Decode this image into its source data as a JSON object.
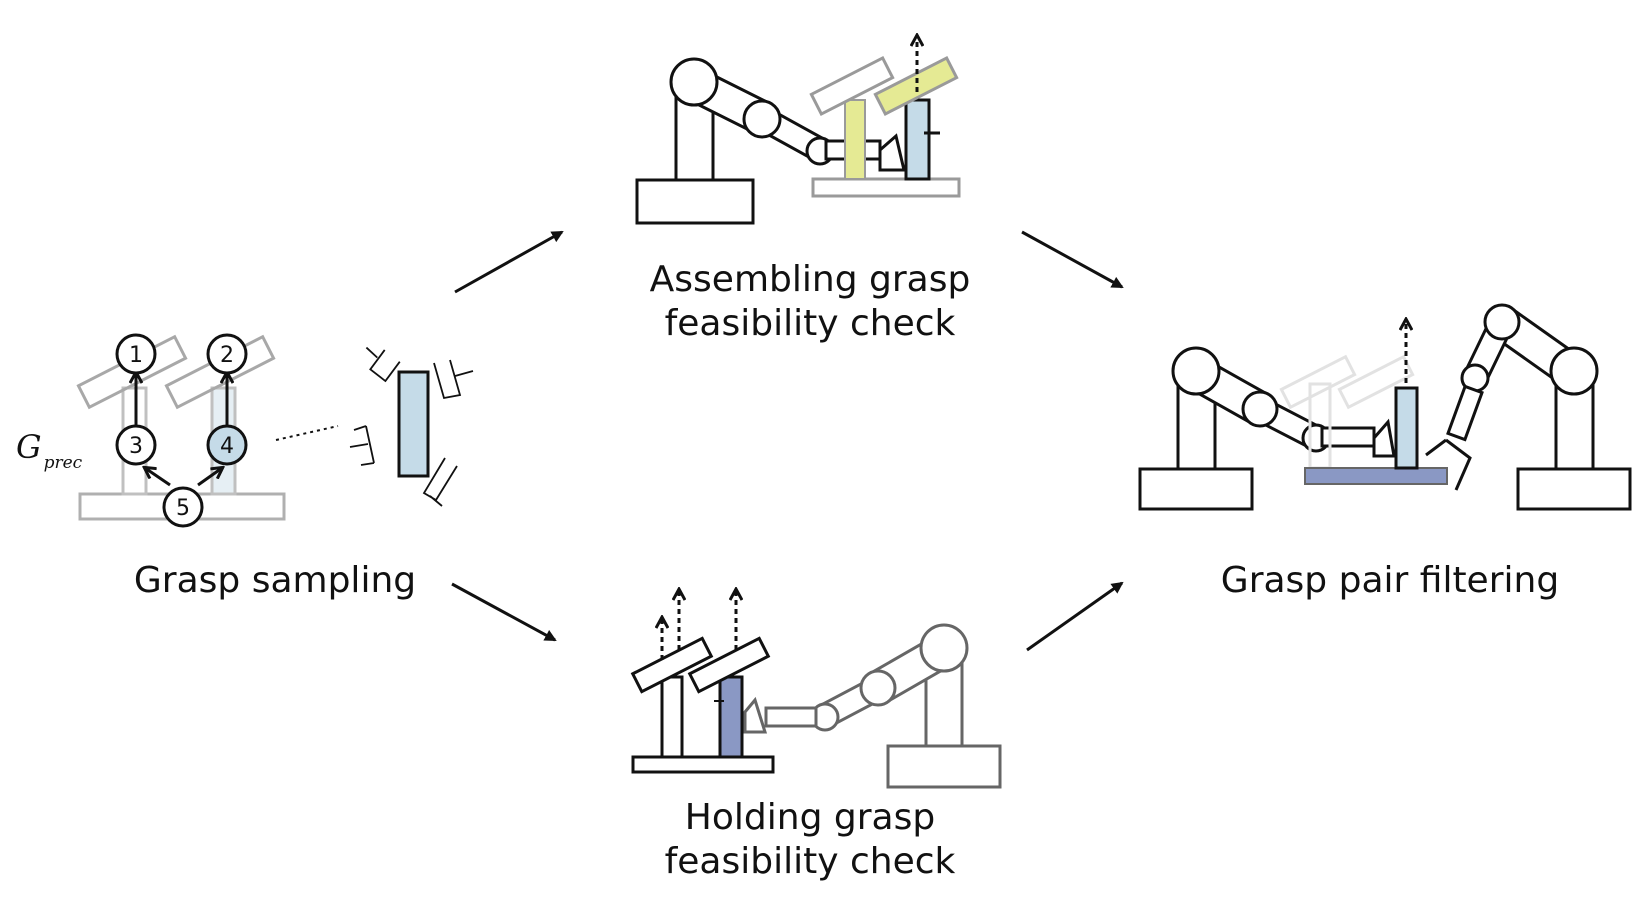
{
  "labels": {
    "grasp_sampling": "Grasp sampling",
    "assembling_line1": "Assembling grasp",
    "assembling_line2": "feasibility check",
    "holding_line1": "Holding grasp",
    "holding_line2": "feasibility check",
    "grasp_pair_filtering": "Grasp pair filtering"
  },
  "precedence": {
    "symbol": "G",
    "subscript": "prec",
    "nodes": [
      "1",
      "2",
      "3",
      "4",
      "5"
    ]
  },
  "colors": {
    "stroke": "#111111",
    "gray": "#9a9a9a",
    "light_blue": "#c5dbe8",
    "highlight_yellow": "#e5ea94",
    "dark_blue": "#8a98c4"
  }
}
